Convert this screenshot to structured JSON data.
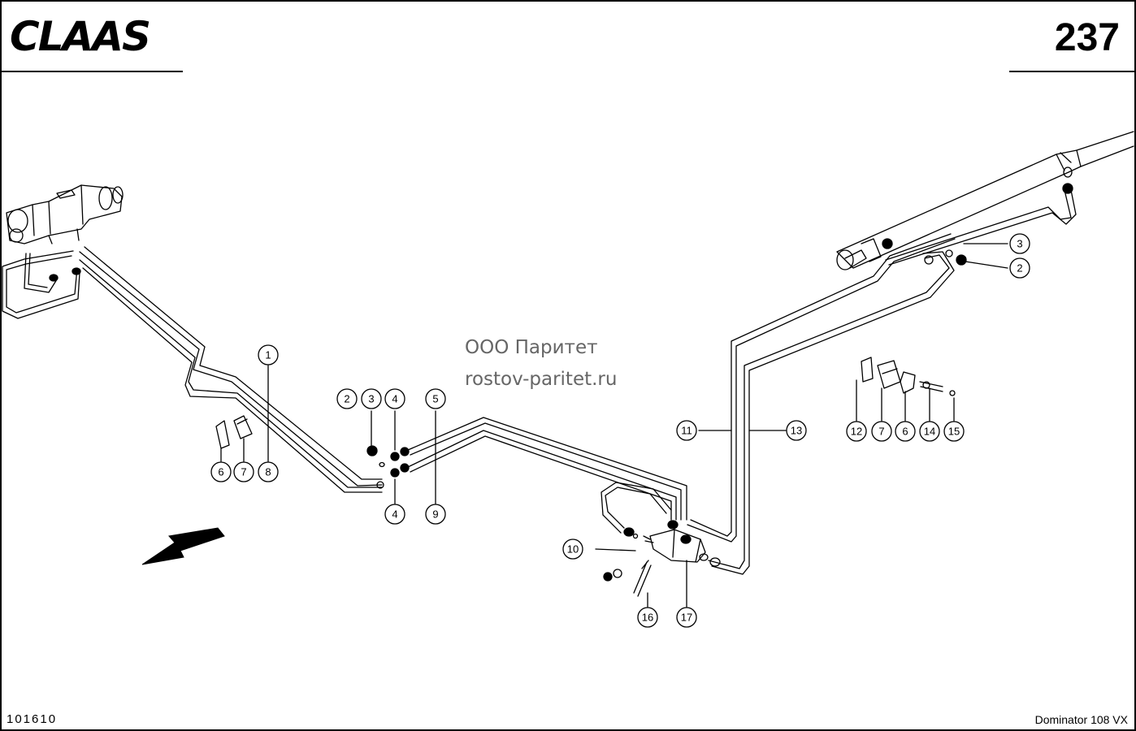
{
  "header": {
    "brand": "CLAAS",
    "page_number": "237"
  },
  "watermark": {
    "line1": "ООО Паритет",
    "line2": "rostov-paritet.ru"
  },
  "footer": {
    "drawing_number": "101610",
    "model": "Dominator 108 VX"
  },
  "callouts": [
    {
      "id": "c1",
      "label": "1"
    },
    {
      "id": "c2a",
      "label": "2"
    },
    {
      "id": "c3a",
      "label": "3"
    },
    {
      "id": "c4a",
      "label": "4"
    },
    {
      "id": "c5",
      "label": "5"
    },
    {
      "id": "c4b",
      "label": "4"
    },
    {
      "id": "c9",
      "label": "9"
    },
    {
      "id": "c6a",
      "label": "6"
    },
    {
      "id": "c7a",
      "label": "7"
    },
    {
      "id": "c8",
      "label": "8"
    },
    {
      "id": "c3b",
      "label": "3"
    },
    {
      "id": "c2b",
      "label": "2"
    },
    {
      "id": "c11",
      "label": "11"
    },
    {
      "id": "c13",
      "label": "13"
    },
    {
      "id": "c12",
      "label": "12"
    },
    {
      "id": "c7b",
      "label": "7"
    },
    {
      "id": "c6b",
      "label": "6"
    },
    {
      "id": "c14",
      "label": "14"
    },
    {
      "id": "c15",
      "label": "15"
    },
    {
      "id": "c10",
      "label": "10"
    },
    {
      "id": "c16",
      "label": "16"
    },
    {
      "id": "c17",
      "label": "17"
    }
  ]
}
